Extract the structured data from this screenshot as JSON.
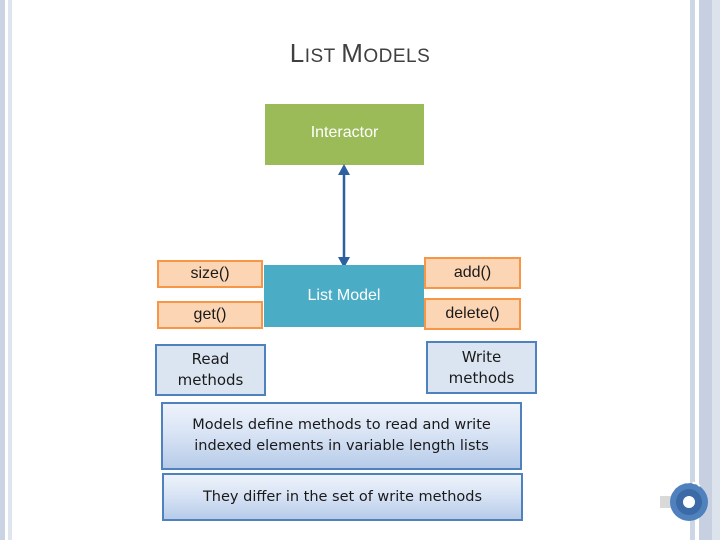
{
  "title": {
    "first": "L",
    "rest": "IST ",
    "second": "M",
    "rest2": "ODELS"
  },
  "interactor": {
    "label": "Interactor"
  },
  "list_model": {
    "label": "List Model"
  },
  "read_methods": {
    "size": "size()",
    "get": "get()",
    "caption": "Read methods"
  },
  "write_methods": {
    "add": "add()",
    "delete": "delete()",
    "caption": "Write methods"
  },
  "notes": {
    "models": "Models define methods to read and write indexed elements in variable length lists",
    "differ": "They differ in the set of write  methods"
  },
  "colors": {
    "interactor": "#9bbb59",
    "list_model": "#4bacc6",
    "method_fill": "#fcd5b4",
    "method_border": "#f79646",
    "note_border": "#4f81bd",
    "arrow": "#2e5f9e"
  },
  "icons": {
    "arrow": "double-headed-arrow-icon",
    "badge": "corner-logo-icon"
  }
}
